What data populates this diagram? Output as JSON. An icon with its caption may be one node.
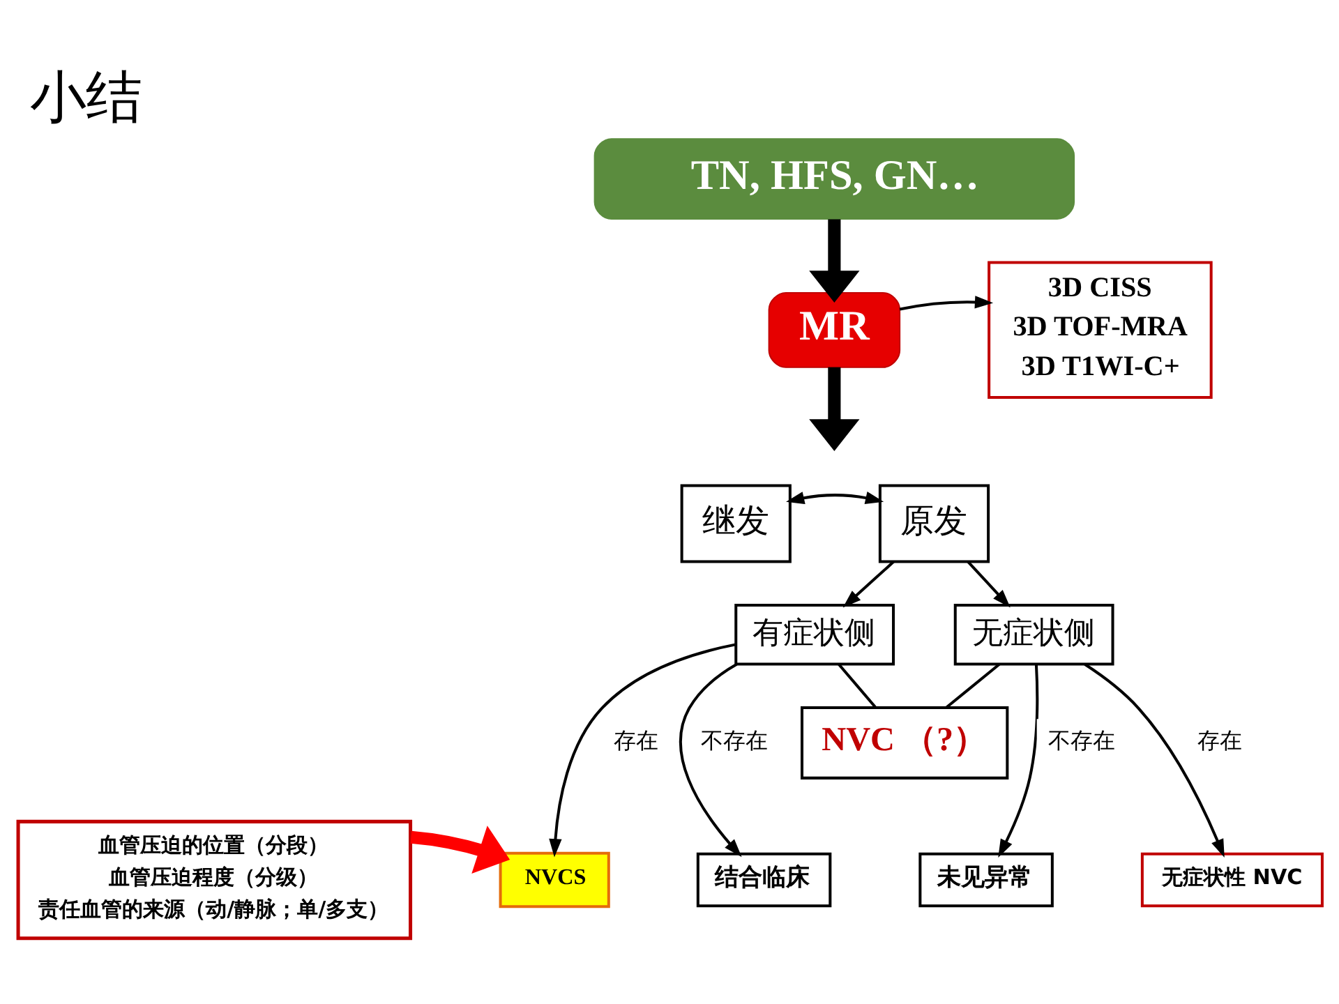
{
  "diagram": {
    "title": "小结",
    "nodes": [
      {
        "text": [
          "TN, HFS, GN…"
        ]
      },
      {
        "text": [
          "MR"
        ]
      },
      {
        "text": [
          "3D CISS",
          "3D TOF-MRA",
          "3D T1WI-C+"
        ]
      },
      {
        "text": [
          "继发"
        ]
      },
      {
        "text": [
          "原发"
        ]
      },
      {
        "text": [
          "有症状侧"
        ]
      },
      {
        "text": [
          "无症状侧"
        ]
      },
      {
        "text": [
          "NVC （?）"
        ]
      },
      {
        "text": [
          "血管压迫的位置（分段）",
          "血管压迫程度（分级）",
          "责任血管的来源（动/静脉；单/多支）"
        ]
      },
      {
        "text": [
          "NVCS"
        ]
      },
      {
        "text": [
          "结合临床"
        ]
      },
      {
        "text": [
          "未见异常"
        ]
      },
      {
        "text": [
          "无症状性 NVC"
        ]
      }
    ],
    "edges": [
      {
        "from": 0,
        "to": 1,
        "arrow": "to",
        "style": "thick"
      },
      {
        "from": 1,
        "to": 2,
        "arrow": "to"
      },
      {
        "from": 1,
        "to": null,
        "arrow": "to",
        "style": "thick"
      },
      {
        "from": 3,
        "to": 4,
        "arrow": "both"
      },
      {
        "from": 4,
        "to": 5,
        "arrow": "to"
      },
      {
        "from": 4,
        "to": 6,
        "arrow": "to"
      },
      {
        "from": 5,
        "to": 7,
        "arrow": "none"
      },
      {
        "from": 6,
        "to": 7,
        "arrow": "none"
      },
      {
        "from": 5,
        "to": 9,
        "arrow": "to",
        "label": "存在"
      },
      {
        "from": 5,
        "to": 10,
        "arrow": "to",
        "label": "不存在"
      },
      {
        "from": 6,
        "to": 11,
        "arrow": "to",
        "label": "不存在"
      },
      {
        "from": 6,
        "to": 12,
        "arrow": "to",
        "label": "存在"
      },
      {
        "from": 8,
        "to": 9,
        "arrow": "to",
        "style": "thick",
        "color": "#ff0000"
      }
    ]
  }
}
